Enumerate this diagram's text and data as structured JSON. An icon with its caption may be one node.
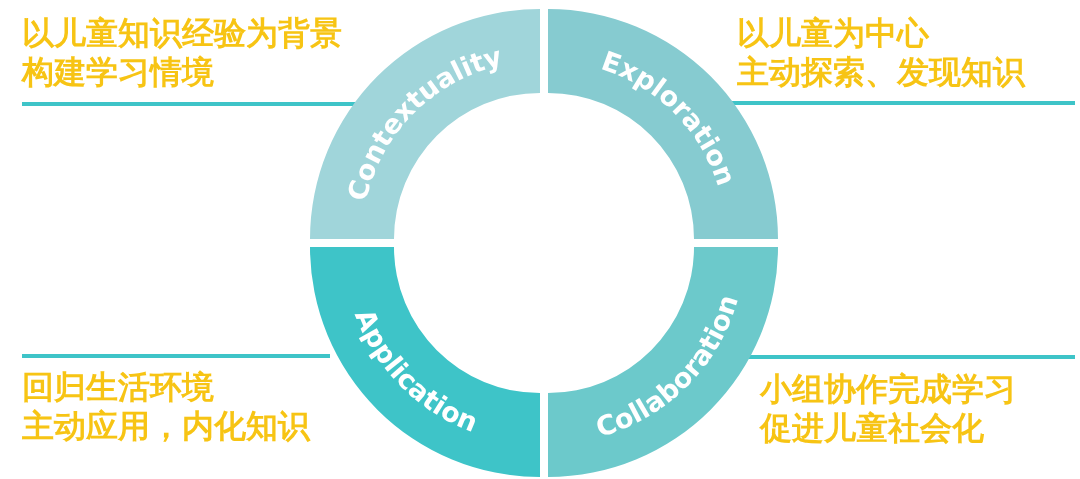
{
  "diagram": {
    "nodes": [
      {
        "text": [
          "Contextuality"
        ],
        "beside": [
          "以儿童知识经验为背景",
          "构建学习情境"
        ]
      },
      {
        "text": [
          "Exploration"
        ],
        "beside": [
          "以儿童为中心",
          "主动探索、发现知识"
        ]
      },
      {
        "text": [
          "Application"
        ],
        "beside": [
          "回归生活环境",
          "主动应用，内化知识"
        ]
      },
      {
        "text": [
          "Collaboration"
        ],
        "beside": [
          "小组协作完成学习",
          "促进儿童社会化"
        ]
      }
    ]
  }
}
